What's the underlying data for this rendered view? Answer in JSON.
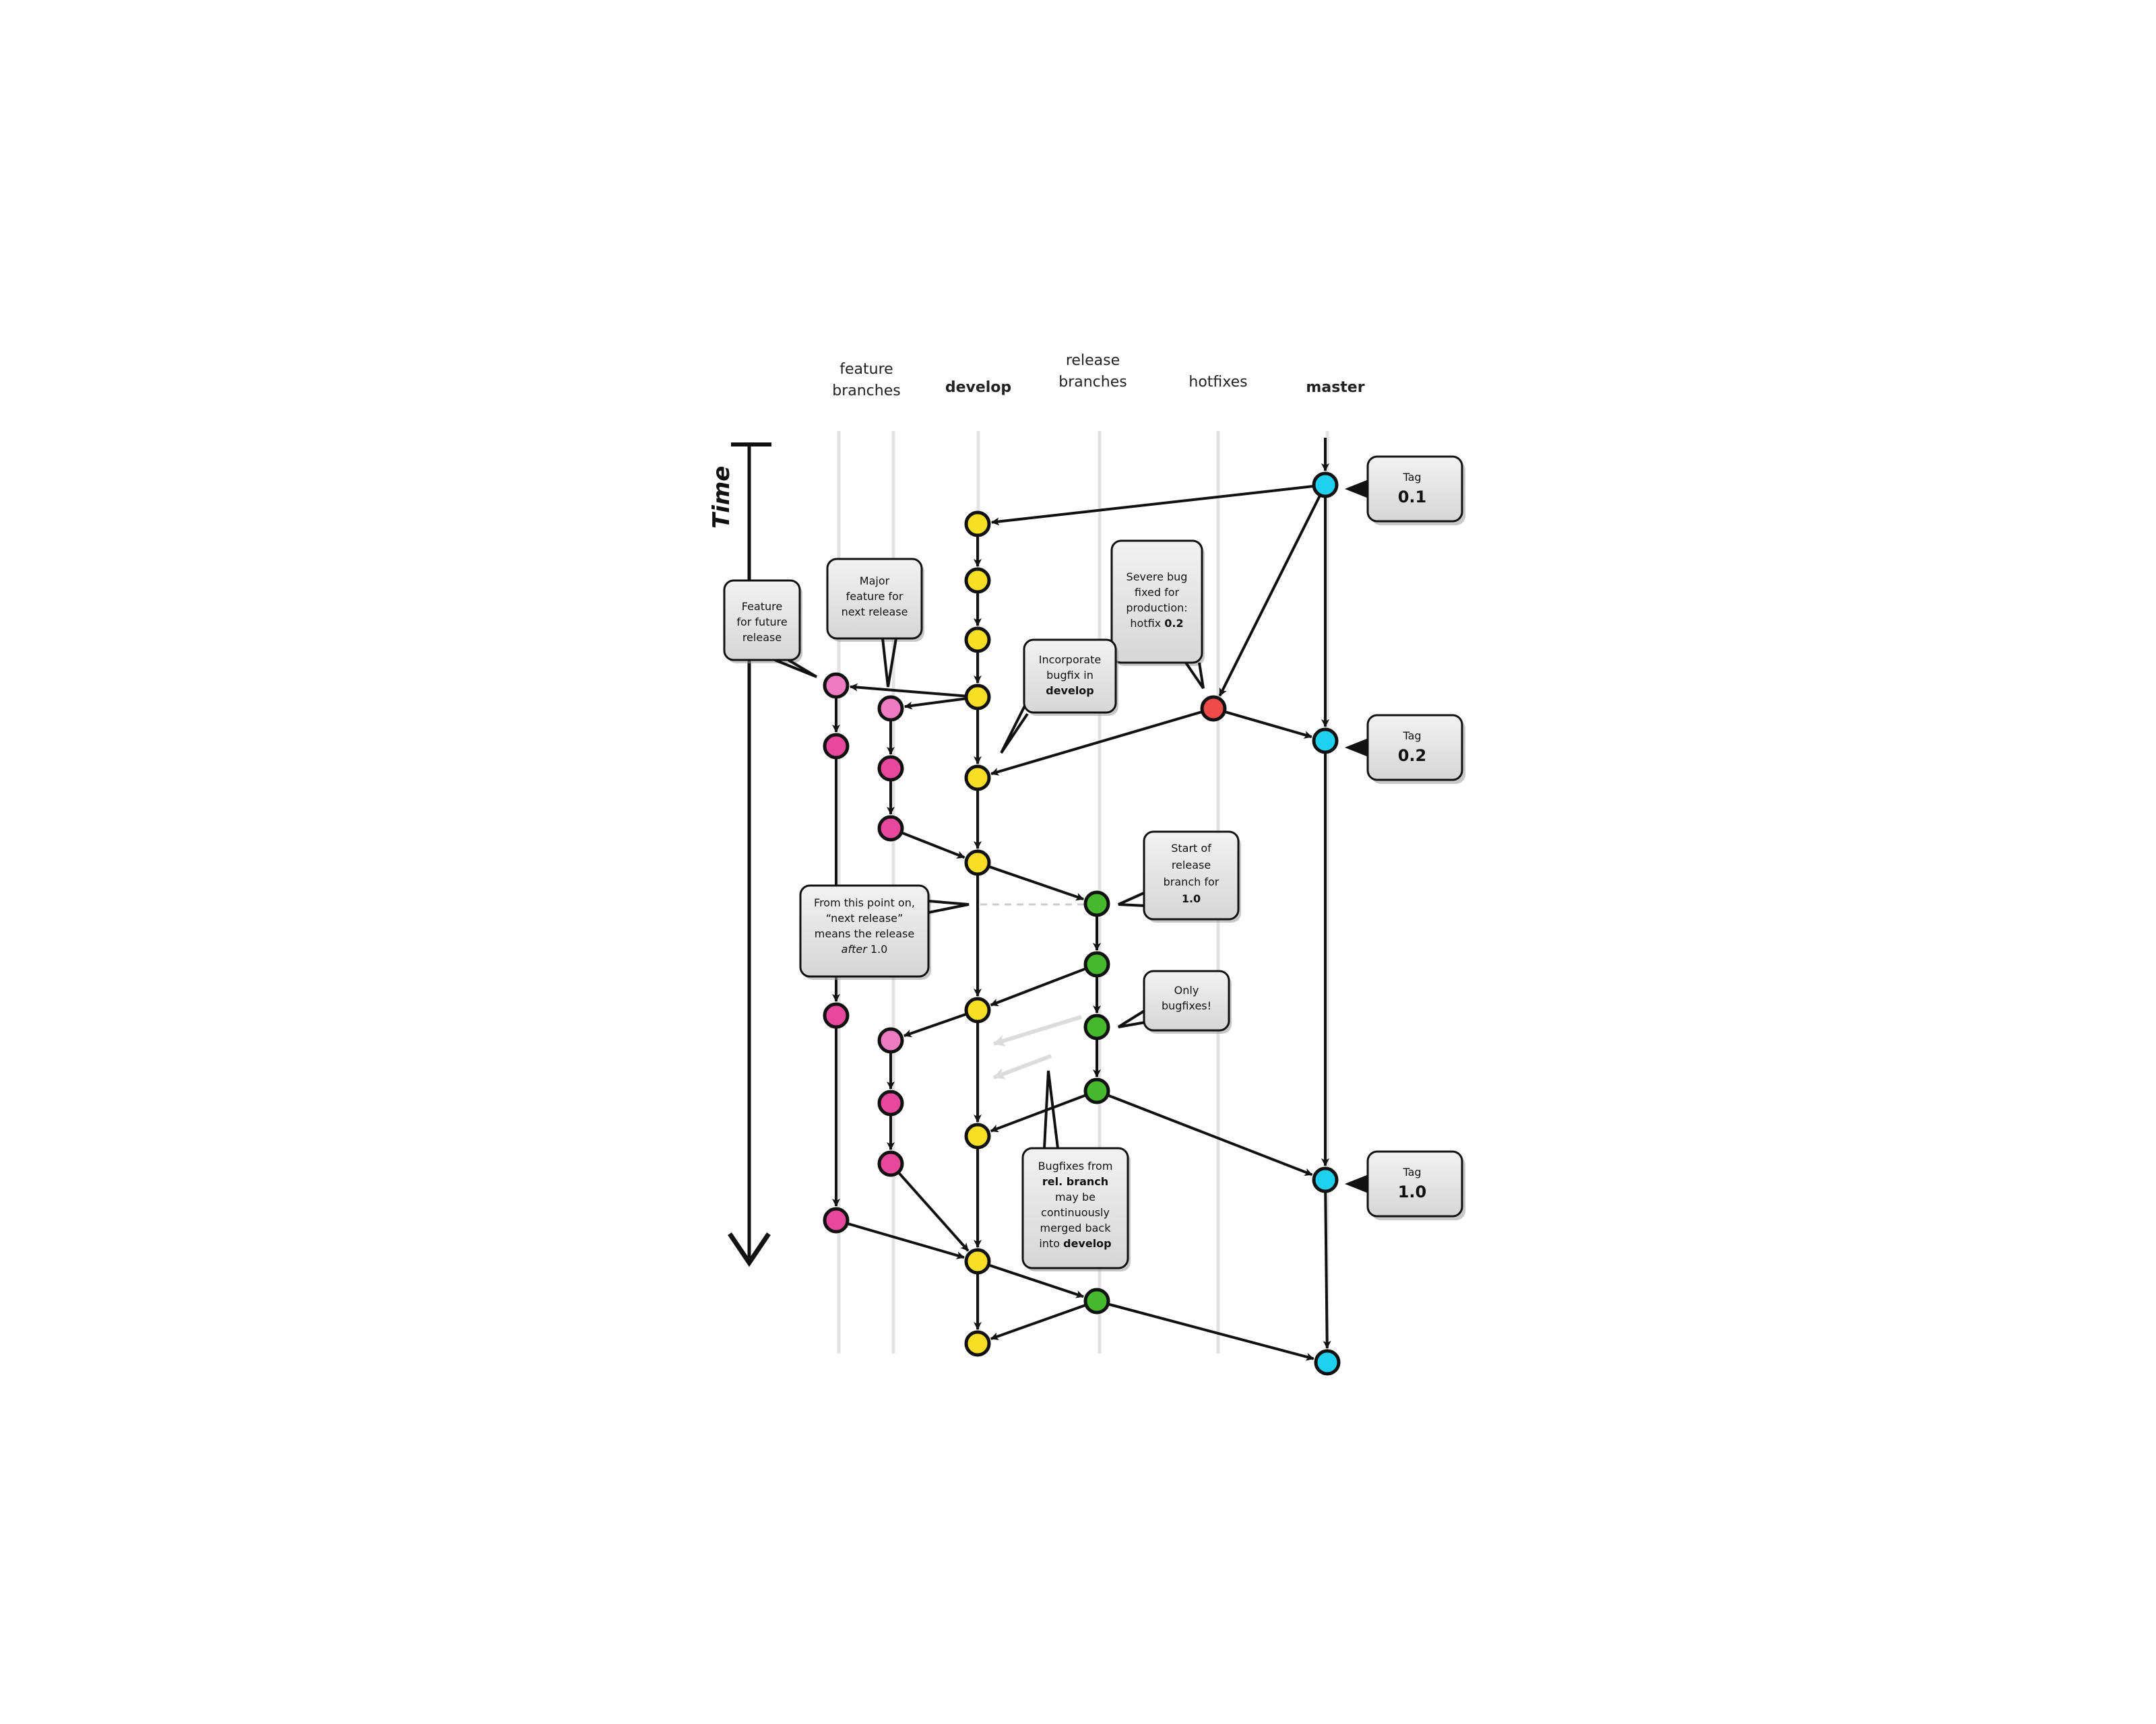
{
  "lanes": [
    {
      "id": "feature",
      "lines": [
        "feature",
        "branches"
      ],
      "bold": false
    },
    {
      "id": "develop",
      "lines": [
        "develop"
      ],
      "bold": true
    },
    {
      "id": "release",
      "lines": [
        "release",
        "branches"
      ],
      "bold": false
    },
    {
      "id": "hotfixes",
      "lines": [
        "hotfixes"
      ],
      "bold": false
    },
    {
      "id": "master",
      "lines": [
        "master"
      ],
      "bold": true
    }
  ],
  "time_label": "Time",
  "colors": {
    "feature": "#e8489c",
    "develop": "#f7e023",
    "release": "#45b82d",
    "hotfix": "#ef4b4b",
    "master": "#1fd1ef",
    "bubble_fill": "#e2e2e2",
    "line": "#111111",
    "lane": "#e3e3e3"
  },
  "callouts": [
    {
      "id": "feature-future",
      "lines": [
        [
          {
            "t": "Feature"
          }
        ],
        [
          {
            "t": "for future"
          }
        ],
        [
          {
            "t": "release"
          }
        ]
      ]
    },
    {
      "id": "major-feature",
      "lines": [
        [
          {
            "t": "Major"
          }
        ],
        [
          {
            "t": "feature for"
          }
        ],
        [
          {
            "t": "next release"
          }
        ]
      ]
    },
    {
      "id": "severe-bug",
      "lines": [
        [
          {
            "t": "Severe bug"
          }
        ],
        [
          {
            "t": "fixed for"
          }
        ],
        [
          {
            "t": "production:"
          }
        ],
        [
          {
            "t": "hotfix "
          },
          {
            "t": "0.2",
            "b": true
          }
        ]
      ]
    },
    {
      "id": "incorporate-bugfix",
      "lines": [
        [
          {
            "t": "Incorporate"
          }
        ],
        [
          {
            "t": "bugfix in"
          }
        ],
        [
          {
            "t": "develop",
            "b": true
          }
        ]
      ]
    },
    {
      "id": "start-release",
      "lines": [
        [
          {
            "t": "Start of"
          }
        ],
        [
          {
            "t": "release"
          }
        ],
        [
          {
            "t": "branch for"
          }
        ],
        [
          {
            "t": "1.0",
            "b": true
          }
        ]
      ]
    },
    {
      "id": "next-release",
      "lines": [
        [
          {
            "t": "From this point on,"
          }
        ],
        [
          {
            "t": "“next release”"
          }
        ],
        [
          {
            "t": "means the release"
          }
        ],
        [
          {
            "t": "after",
            "i": true
          },
          {
            "t": " 1.0"
          }
        ]
      ]
    },
    {
      "id": "only-bugfixes",
      "lines": [
        [
          {
            "t": "Only"
          }
        ],
        [
          {
            "t": "bugfixes!"
          }
        ]
      ]
    },
    {
      "id": "bugfixes-merged",
      "lines": [
        [
          {
            "t": "Bugfixes from"
          }
        ],
        [
          {
            "t": "rel. branch",
            "b": true
          }
        ],
        [
          {
            "t": "may be"
          }
        ],
        [
          {
            "t": "continuously"
          }
        ],
        [
          {
            "t": "merged back"
          }
        ],
        [
          {
            "t": "into "
          },
          {
            "t": "develop",
            "b": true
          }
        ]
      ]
    }
  ],
  "tags": [
    {
      "id": "tag-01",
      "small": "Tag",
      "big": "0.1"
    },
    {
      "id": "tag-02",
      "small": "Tag",
      "big": "0.2"
    },
    {
      "id": "tag-10",
      "small": "Tag",
      "big": "1.0"
    }
  ]
}
